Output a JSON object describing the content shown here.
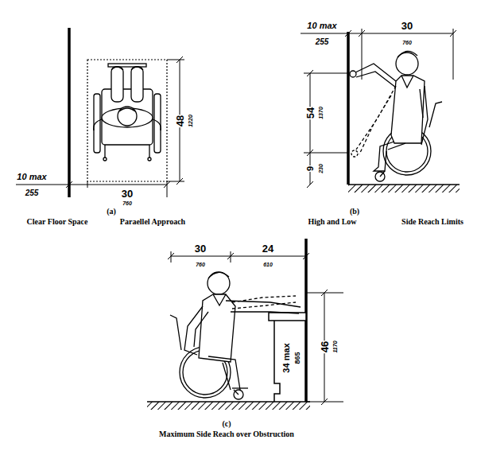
{
  "diagram": {
    "labels": [
      "10 max",
      "255",
      "30",
      "760",
      "48",
      "1220",
      "(a)",
      "Clear Floor Space",
      "Paraellel Approach",
      "10 max",
      "255",
      "30",
      "760",
      "54",
      "1370",
      "9",
      "230",
      "(b)",
      "High and Low",
      "Side Reach Limits",
      "30",
      "760",
      "24",
      "610",
      "46",
      "1170",
      "34 max",
      "865",
      "(c)",
      "Maximum Side Reach over Obstruction"
    ]
  }
}
